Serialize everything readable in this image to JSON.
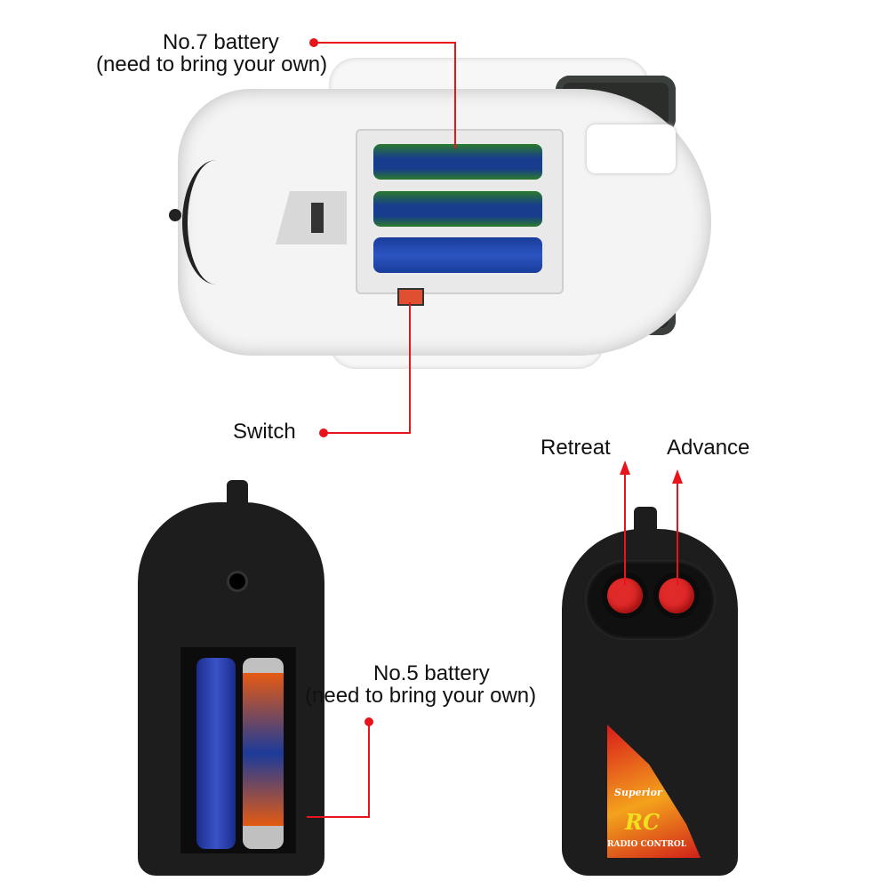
{
  "annotations": {
    "no7_battery": {
      "line1": "No.7 battery",
      "line2": "(need to bring your own)"
    },
    "switch": "Switch",
    "no5_battery": {
      "line1": "No.5 battery",
      "line2": "(need to bring your own)"
    },
    "retreat": "Retreat",
    "advance": "Advance"
  },
  "remote_decal": {
    "brand": "RC",
    "script": "Superior",
    "caption": "RADIO CONTROL"
  },
  "colors": {
    "annotation": "#e8141c",
    "button": "#e02a2a"
  }
}
